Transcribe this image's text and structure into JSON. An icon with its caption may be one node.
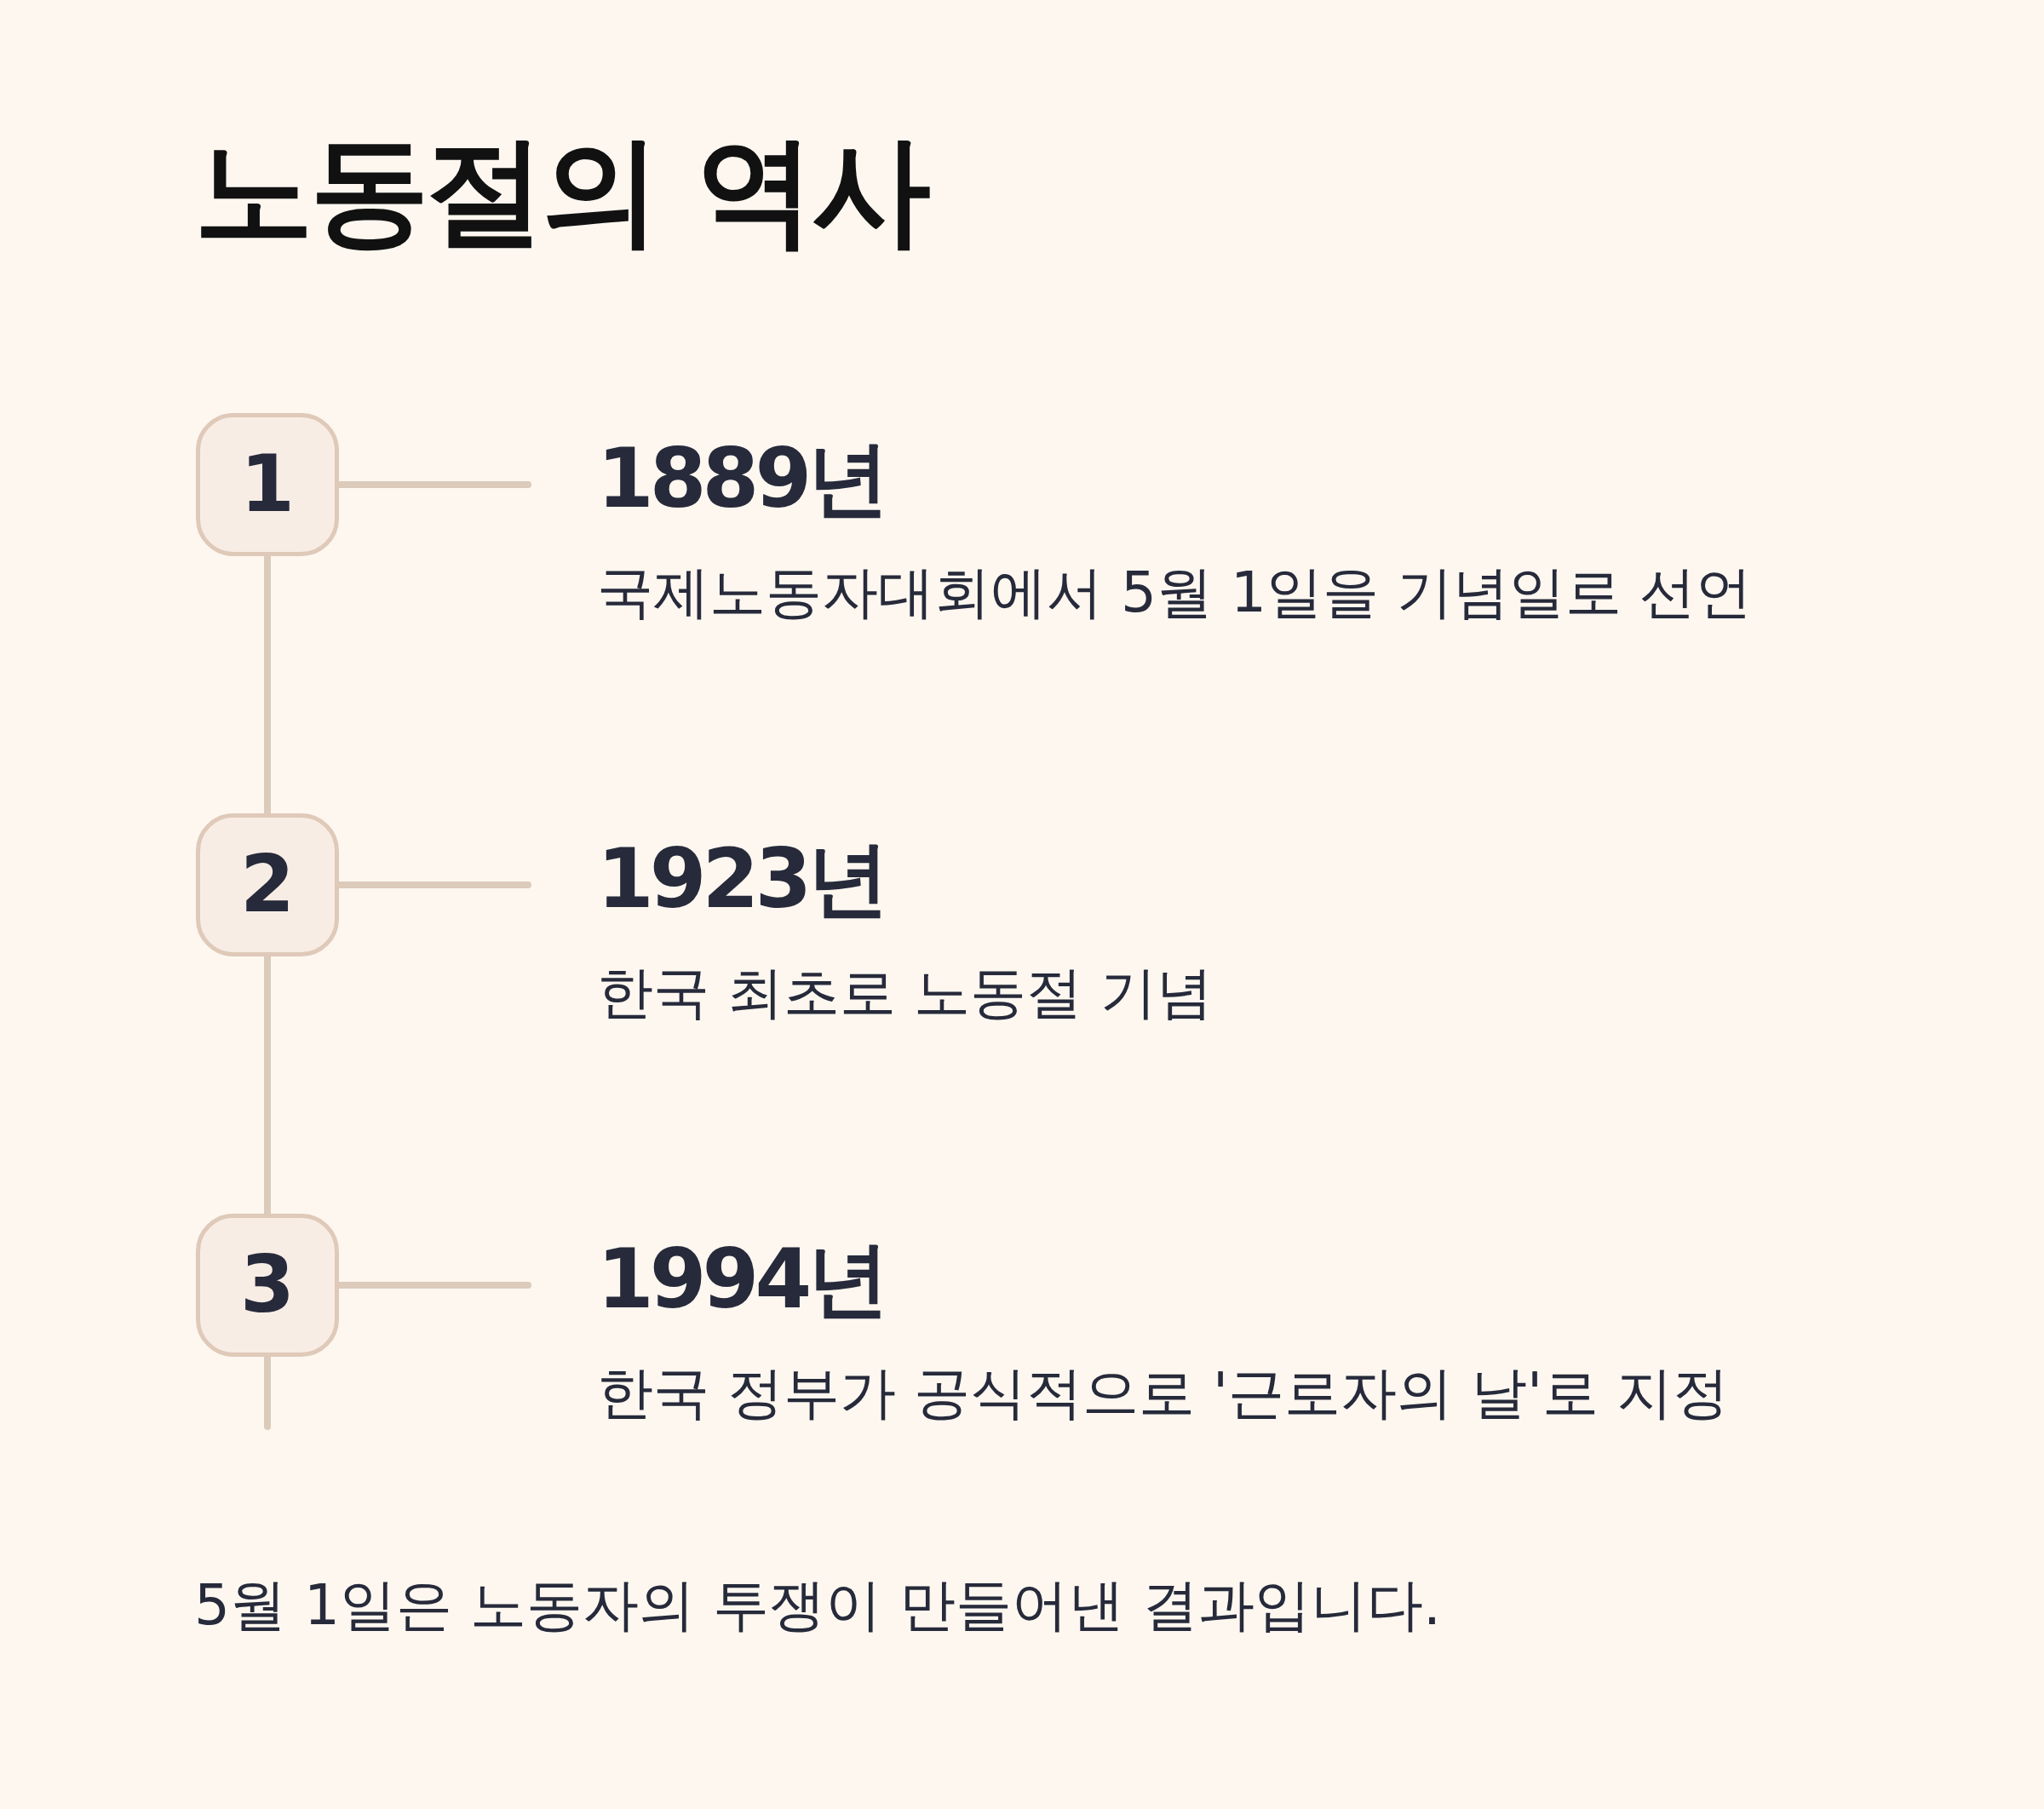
{
  "diagram": {
    "title": "노동절의 역사",
    "nodes": [
      {
        "text": [
          "1"
        ]
      },
      {
        "text": [
          "1889년",
          "국제노동자대회에서 5월 1일을 기념일로 선언"
        ]
      },
      {
        "text": [
          "2"
        ]
      },
      {
        "text": [
          "1923년",
          "한국 최초로 노동절 기념"
        ]
      },
      {
        "text": [
          "3"
        ]
      },
      {
        "text": [
          "1994년",
          "한국 정부가 공식적으로 '근로자의 날'로 지정"
        ]
      }
    ],
    "edges": [
      {
        "from": 0,
        "to": 1,
        "arrow": "none"
      },
      {
        "from": 0,
        "to": 2,
        "arrow": "none"
      },
      {
        "from": 2,
        "to": 3,
        "arrow": "none"
      },
      {
        "from": 2,
        "to": 4,
        "arrow": "none"
      },
      {
        "from": 4,
        "to": 5,
        "arrow": "none"
      },
      {
        "from": 4,
        "to": null,
        "arrow": "none"
      }
    ],
    "labels": [
      "5월 1일은 노동자의 투쟁이 만들어낸 결과입니다."
    ]
  }
}
